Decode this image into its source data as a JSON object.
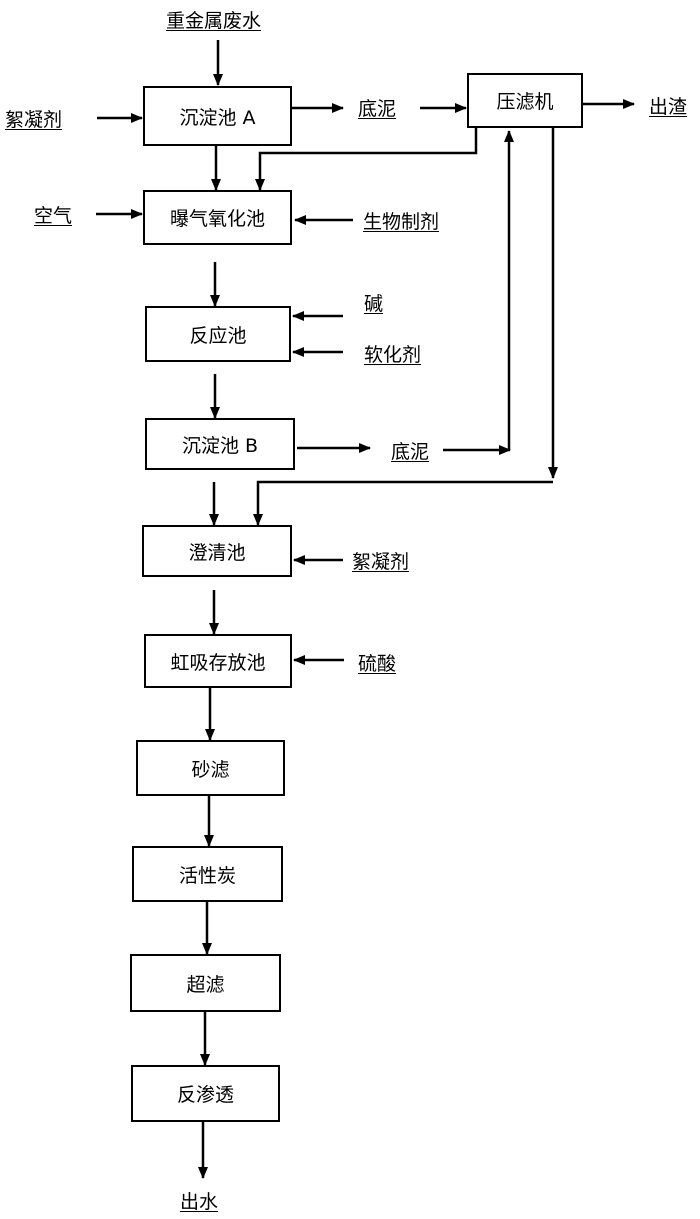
{
  "inputs": {
    "wastewater": "重金属废水",
    "flocculant_1": "絮凝剂",
    "air": "空气",
    "bio_agent": "生物制剂",
    "alkali": "碱",
    "softener": "软化剂",
    "flocculant_2": "絮凝剂",
    "sulfuric_acid": "硫酸"
  },
  "outputs": {
    "sludge_1": "底泥",
    "sludge_2": "底泥",
    "slag_out": "出渣",
    "water_out": "出水"
  },
  "units": {
    "sed_a": "沉淀池 A",
    "filter_press": "压滤机",
    "aeration": "曝气氧化池",
    "reaction": "反应池",
    "sed_b": "沉淀池 B",
    "clarifier": "澄清池",
    "siphon": "虹吸存放池",
    "sand": "砂滤",
    "carbon": "活性炭",
    "uf": "超滤",
    "ro": "反渗透"
  }
}
